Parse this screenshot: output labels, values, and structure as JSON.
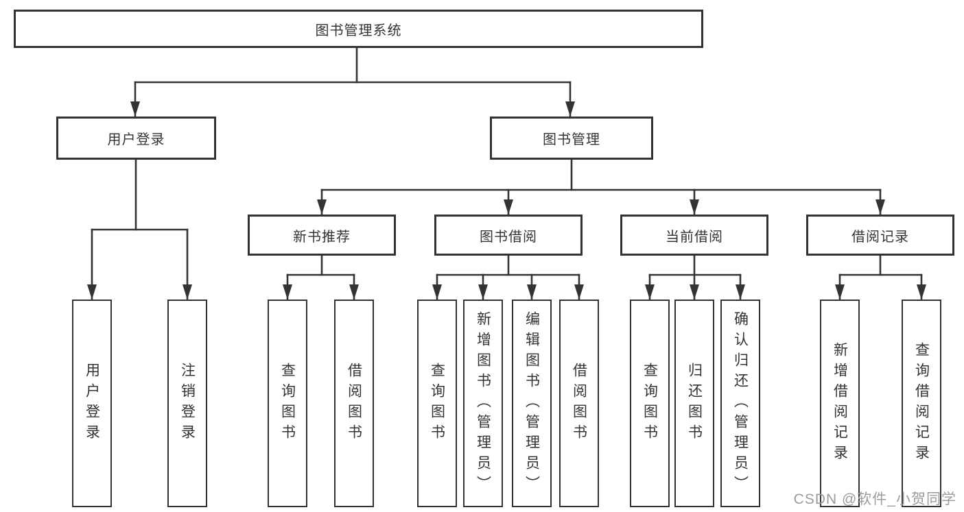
{
  "diagram": {
    "root": {
      "label": "图书管理系统"
    },
    "groups": [
      {
        "label": "用户登录",
        "children": [
          "用户登录",
          "注销登录"
        ]
      },
      {
        "label": "图书管理",
        "subgroups": [
          {
            "label": "新书推荐",
            "children": [
              "查询图书",
              "借阅图书"
            ]
          },
          {
            "label": "图书借阅",
            "children": [
              "查询图书",
              "新增图书（管理员）",
              "编辑图书（管理员）",
              "借阅图书"
            ]
          },
          {
            "label": "当前借阅",
            "children": [
              "查询图书",
              "归还图书",
              "确认归还（管理员）"
            ]
          },
          {
            "label": "借阅记录",
            "children": [
              "新增借阅记录",
              "查询借阅记录"
            ]
          }
        ]
      }
    ]
  },
  "watermark": "CSDN @软件_小贺同学",
  "colors": {
    "line": "#333333",
    "border": "#333333",
    "text": "#333333",
    "watermark": "#9b9b9b",
    "background": "#ffffff"
  }
}
